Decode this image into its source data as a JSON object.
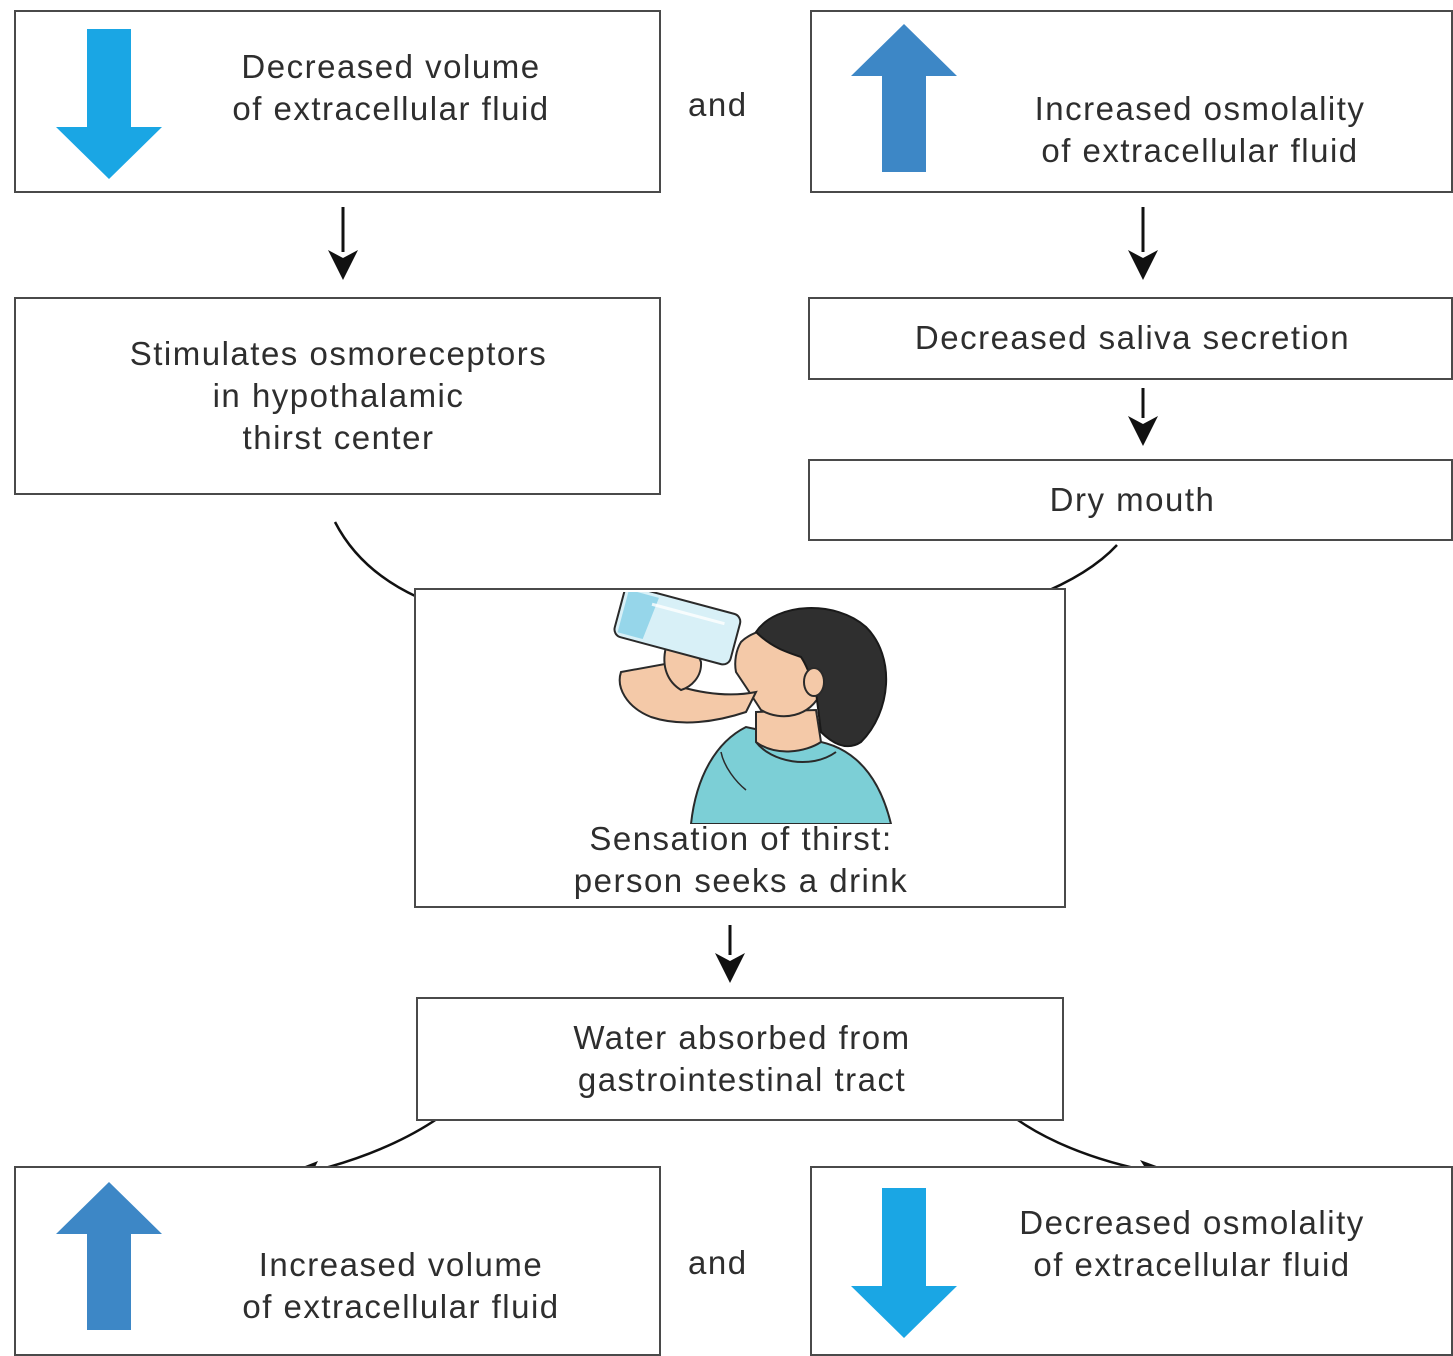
{
  "diagram": {
    "top_left": {
      "label": "Decreased volume\nof extracellular fluid",
      "icon": "down-arrow-icon",
      "color": "#1aa6e4"
    },
    "top_connector": "and",
    "top_right": {
      "label": "Increased osmolality\nof extracellular fluid",
      "icon": "up-arrow-icon",
      "color": "#3d87c6"
    },
    "osmoreceptors": {
      "label": "Stimulates osmoreceptors\nin hypothalamic\nthirst center"
    },
    "saliva": {
      "label": "Decreased saliva secretion"
    },
    "dry_mouth": {
      "label": "Dry mouth"
    },
    "thirst": {
      "label": "Sensation of thirst:\nperson seeks a drink",
      "illustration": "person-drinking-icon"
    },
    "absorption": {
      "label": "Water absorbed from\ngastrointestinal tract"
    },
    "bottom_left": {
      "label": "Increased volume\nof extracellular fluid",
      "icon": "up-arrow-icon",
      "color": "#3d87c6"
    },
    "bottom_connector": "and",
    "bottom_right": {
      "label": "Decreased osmolality\nof extracellular fluid",
      "icon": "down-arrow-icon",
      "color": "#1aa6e4"
    }
  }
}
